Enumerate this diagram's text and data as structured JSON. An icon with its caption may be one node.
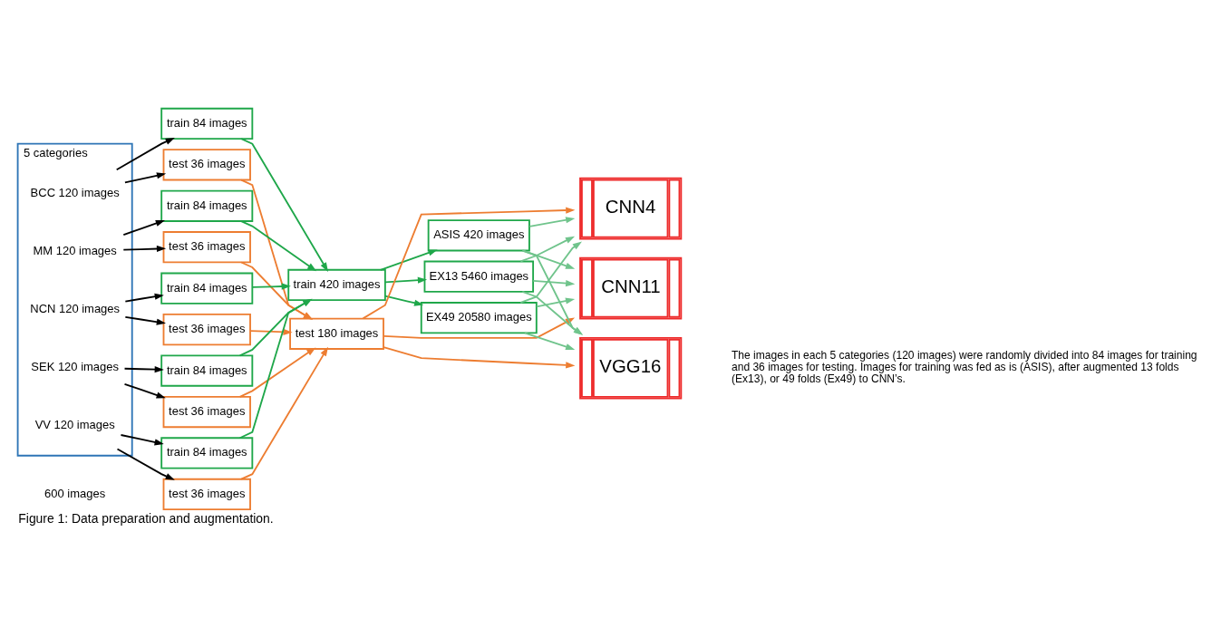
{
  "diagram": {
    "caption": "Figure 1: Data preparation and augmentation.",
    "nodes": [
      {
        "text": [
          "5 categories"
        ],
        "beside": [
          "600 images"
        ]
      },
      {
        "text": [
          "BCC 120 images"
        ],
        "in": 0
      },
      {
        "text": [
          "MM 120 images"
        ],
        "in": 0
      },
      {
        "text": [
          "NCN 120 images"
        ],
        "in": 0
      },
      {
        "text": [
          "SEK 120 images"
        ],
        "in": 0
      },
      {
        "text": [
          "VV 120 images"
        ],
        "in": 0
      },
      {
        "text": [
          "train 84 images"
        ]
      },
      {
        "text": [
          "test 36 images"
        ]
      },
      {
        "text": [
          "train 84 images"
        ]
      },
      {
        "text": [
          "test 36 images"
        ]
      },
      {
        "text": [
          "train 84 images"
        ]
      },
      {
        "text": [
          "test 36 images"
        ]
      },
      {
        "text": [
          "train 84 images"
        ]
      },
      {
        "text": [
          "test 36 images"
        ]
      },
      {
        "text": [
          "train 84 images"
        ]
      },
      {
        "text": [
          "test 36 images"
        ]
      },
      {
        "text": [
          "train 420 images"
        ]
      },
      {
        "text": [
          "test 180 images"
        ]
      },
      {
        "text": [
          "ASIS 420 images"
        ]
      },
      {
        "text": [
          "EX13 5460 images"
        ]
      },
      {
        "text": [
          "EX49 20580 images"
        ]
      },
      {
        "text": [
          "CNN4"
        ]
      },
      {
        "text": [
          "CNN11"
        ]
      },
      {
        "text": [
          "VGG16"
        ]
      }
    ],
    "edges": [
      {
        "from": 1,
        "to": 6,
        "arrow": "to"
      },
      {
        "from": 1,
        "to": 7,
        "arrow": "to"
      },
      {
        "from": 2,
        "to": 8,
        "arrow": "to"
      },
      {
        "from": 2,
        "to": 9,
        "arrow": "to"
      },
      {
        "from": 3,
        "to": 10,
        "arrow": "to"
      },
      {
        "from": 3,
        "to": 11,
        "arrow": "to"
      },
      {
        "from": 4,
        "to": 12,
        "arrow": "to"
      },
      {
        "from": 4,
        "to": 13,
        "arrow": "to"
      },
      {
        "from": 5,
        "to": 14,
        "arrow": "to"
      },
      {
        "from": 5,
        "to": 15,
        "arrow": "to"
      },
      {
        "from": 6,
        "to": 16,
        "arrow": "to",
        "color": "#1fa74a"
      },
      {
        "from": 8,
        "to": 16,
        "arrow": "to",
        "color": "#1fa74a"
      },
      {
        "from": 10,
        "to": 16,
        "arrow": "to",
        "color": "#1fa74a"
      },
      {
        "from": 12,
        "to": 16,
        "arrow": "to",
        "color": "#1fa74a"
      },
      {
        "from": 14,
        "to": 16,
        "arrow": "to",
        "color": "#1fa74a"
      },
      {
        "from": 7,
        "to": 17,
        "arrow": "to",
        "color": "#ed7d31"
      },
      {
        "from": 9,
        "to": 17,
        "arrow": "to",
        "color": "#ed7d31"
      },
      {
        "from": 11,
        "to": 17,
        "arrow": "to",
        "color": "#ed7d31"
      },
      {
        "from": 13,
        "to": 17,
        "arrow": "to",
        "color": "#ed7d31"
      },
      {
        "from": 15,
        "to": 17,
        "arrow": "to",
        "color": "#ed7d31"
      },
      {
        "from": 16,
        "to": 18,
        "arrow": "to",
        "color": "#1fa74a"
      },
      {
        "from": 16,
        "to": 19,
        "arrow": "to",
        "color": "#1fa74a"
      },
      {
        "from": 16,
        "to": 20,
        "arrow": "to",
        "color": "#1fa74a"
      },
      {
        "from": 18,
        "to": 21,
        "arrow": "to",
        "color": "#70c48c"
      },
      {
        "from": 18,
        "to": 22,
        "arrow": "to",
        "color": "#70c48c"
      },
      {
        "from": 18,
        "to": 23,
        "arrow": "to",
        "color": "#70c48c"
      },
      {
        "from": 19,
        "to": 21,
        "arrow": "to",
        "color": "#70c48c"
      },
      {
        "from": 19,
        "to": 22,
        "arrow": "to",
        "color": "#70c48c"
      },
      {
        "from": 19,
        "to": 23,
        "arrow": "to",
        "color": "#70c48c"
      },
      {
        "from": 20,
        "to": 21,
        "arrow": "to",
        "color": "#70c48c"
      },
      {
        "from": 20,
        "to": 22,
        "arrow": "to",
        "color": "#70c48c"
      },
      {
        "from": 20,
        "to": 23,
        "arrow": "to",
        "color": "#70c48c"
      },
      {
        "from": 17,
        "to": 21,
        "arrow": "to",
        "color": "#ed7d31"
      },
      {
        "from": 17,
        "to": 22,
        "arrow": "to",
        "color": "#ed7d31"
      },
      {
        "from": 17,
        "to": 23,
        "arrow": "to",
        "color": "#ed7d31"
      }
    ],
    "labels": [
      "The images in each 5 categories (120 images) were randomly divided into 84 images for training and 36 images for testing. Images for training was fed as is (ASIS), after augmented 13 folds (Ex13), or 49 folds (Ex49) to CNN’s."
    ]
  }
}
